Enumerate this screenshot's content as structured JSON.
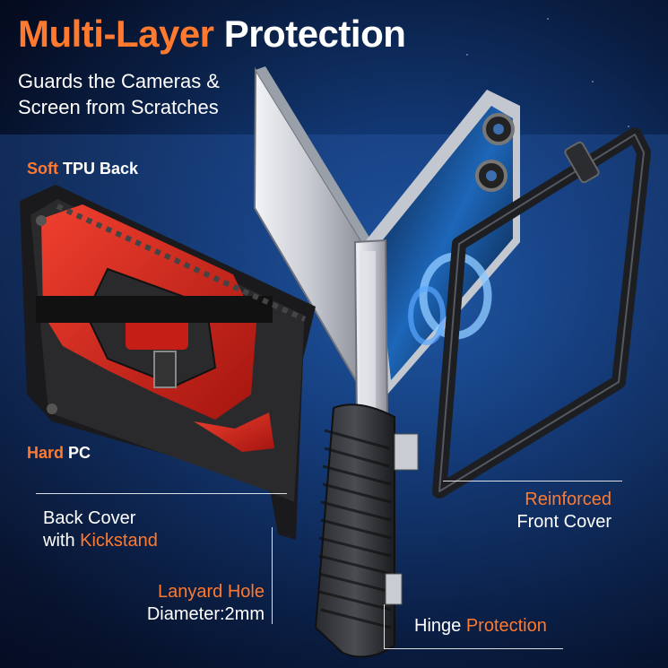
{
  "title": {
    "part1": "Multi-Layer",
    "part2": "Protection"
  },
  "subtitle": {
    "line1": "Guards the Cameras &",
    "line2": "Screen from Scratches"
  },
  "labels": {
    "soft_tpu": {
      "accent": "Soft",
      "rest": " TPU Back"
    },
    "hard_pc": {
      "accent": "Hard",
      "rest": " PC"
    },
    "back_cover": {
      "line1": "Back Cover",
      "line2_prefix": "with ",
      "line2_accent": "Kickstand"
    },
    "lanyard": {
      "line1": "Lanyard Hole",
      "line2": "Diameter:2mm"
    },
    "front_cover": {
      "line1": "Reinforced",
      "line2": "Front Cover"
    },
    "hinge": {
      "prefix": "Hinge ",
      "accent": "Protection"
    }
  },
  "colors": {
    "accent": "#ff7a2e",
    "case_red": "#d8261f",
    "case_black": "#1a1a1c",
    "background": "#0a1f45"
  }
}
